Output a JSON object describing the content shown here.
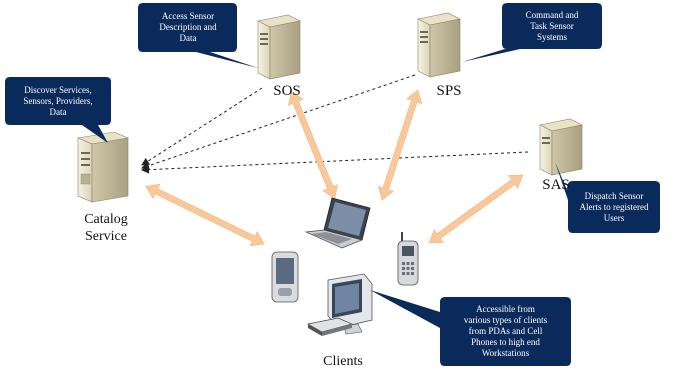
{
  "nodes": {
    "sos": {
      "label": "SOS"
    },
    "sps": {
      "label": "SPS"
    },
    "sas": {
      "label": "SAS"
    },
    "catalog": {
      "label_line1": "Catalog",
      "label_line2": "Service"
    },
    "clients": {
      "label": "Clients"
    }
  },
  "callouts": {
    "sos": {
      "lines": [
        "Access Sensor",
        "Description and",
        "Data"
      ]
    },
    "sps": {
      "lines": [
        "Command and",
        "Task Sensor",
        "Systems"
      ]
    },
    "catalog": {
      "lines": [
        "Discover Services,",
        "Sensors, Providers,",
        "Data"
      ]
    },
    "sas": {
      "lines": [
        "Dispatch Sensor",
        "Alerts to registered",
        "Users"
      ]
    },
    "clients": {
      "lines": [
        "Accessible from",
        "various types of clients",
        "from PDAs and Cell",
        "Phones to high end",
        "Workstations"
      ]
    }
  },
  "colors": {
    "callout_fill": "#0b2a5c",
    "arrow_fill": "#f8c89a",
    "arrow_stroke": "#f4b27a",
    "server_body": "#ece6cf",
    "server_side": "#c9c1a3",
    "dashed": "#222222"
  },
  "icons": [
    "server-icon",
    "laptop-icon",
    "cell-phone-icon",
    "pda-icon",
    "desktop-monitor-icon",
    "keyboard-icon"
  ]
}
